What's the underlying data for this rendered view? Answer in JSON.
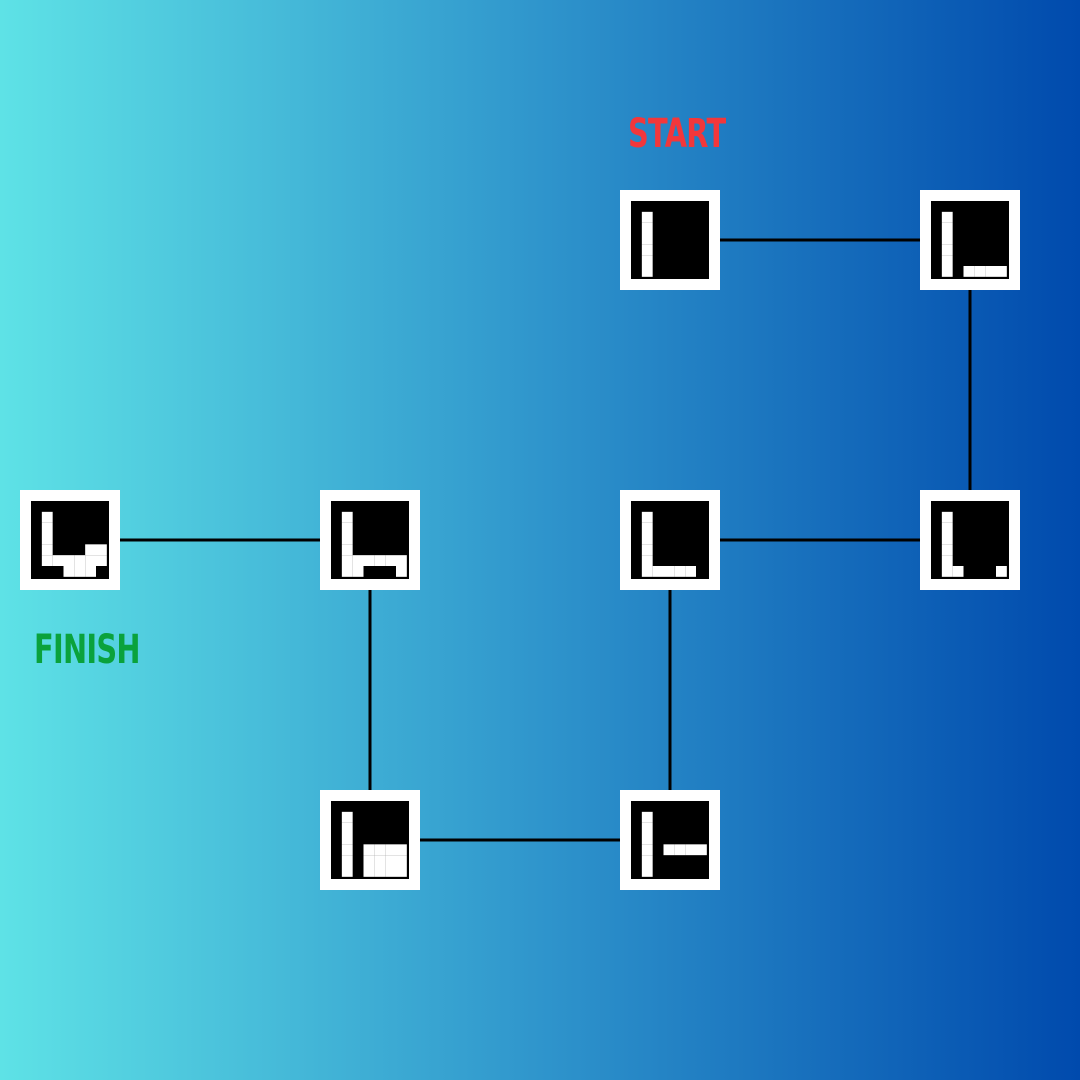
{
  "labels": {
    "start": "START",
    "finish": "FINISH"
  },
  "colors": {
    "start": "#f2373b",
    "finish": "#0aa23c",
    "tile_border": "#ffffff",
    "tile_fill": "#000000",
    "glyph": "#ffffff",
    "connector": "#000000"
  },
  "grid": {
    "columns": 4,
    "rows": 3
  },
  "tiles": [
    {
      "id": "start",
      "col": 2,
      "row": 0,
      "glyph_pixels": [
        [
          1,
          1
        ],
        [
          1,
          2
        ],
        [
          1,
          3
        ],
        [
          1,
          4
        ],
        [
          1,
          5
        ],
        [
          1,
          6
        ]
      ]
    },
    {
      "id": "tile-2",
      "col": 3,
      "row": 0,
      "glyph_pixels": [
        [
          1,
          1
        ],
        [
          1,
          2
        ],
        [
          1,
          3
        ],
        [
          1,
          4
        ],
        [
          1,
          5
        ],
        [
          1,
          6
        ],
        [
          3,
          6
        ],
        [
          4,
          6
        ],
        [
          5,
          6
        ],
        [
          6,
          6
        ]
      ]
    },
    {
      "id": "tile-3",
      "col": 3,
      "row": 1,
      "glyph_pixels": [
        [
          1,
          1
        ],
        [
          1,
          2
        ],
        [
          1,
          3
        ],
        [
          1,
          4
        ],
        [
          1,
          5
        ],
        [
          1,
          6
        ],
        [
          2,
          6
        ],
        [
          6,
          6
        ]
      ]
    },
    {
      "id": "tile-4",
      "col": 2,
      "row": 1,
      "glyph_pixels": [
        [
          1,
          1
        ],
        [
          1,
          2
        ],
        [
          1,
          3
        ],
        [
          1,
          4
        ],
        [
          1,
          5
        ],
        [
          1,
          6
        ],
        [
          2,
          6
        ],
        [
          3,
          6
        ],
        [
          4,
          6
        ],
        [
          5,
          6
        ]
      ]
    },
    {
      "id": "tile-5",
      "col": 2,
      "row": 2,
      "glyph_pixels": [
        [
          1,
          1
        ],
        [
          1,
          2
        ],
        [
          1,
          3
        ],
        [
          1,
          4
        ],
        [
          1,
          5
        ],
        [
          1,
          6
        ],
        [
          3,
          4
        ],
        [
          4,
          4
        ],
        [
          5,
          4
        ],
        [
          6,
          4
        ]
      ]
    },
    {
      "id": "tile-6",
      "col": 1,
      "row": 2,
      "glyph_pixels": [
        [
          1,
          1
        ],
        [
          1,
          2
        ],
        [
          1,
          3
        ],
        [
          1,
          4
        ],
        [
          1,
          5
        ],
        [
          1,
          6
        ],
        [
          3,
          4
        ],
        [
          4,
          4
        ],
        [
          5,
          4
        ],
        [
          6,
          4
        ],
        [
          3,
          5
        ],
        [
          4,
          5
        ],
        [
          5,
          5
        ],
        [
          6,
          5
        ],
        [
          3,
          6
        ],
        [
          4,
          6
        ],
        [
          5,
          6
        ],
        [
          6,
          6
        ]
      ]
    },
    {
      "id": "tile-7",
      "col": 1,
      "row": 1,
      "glyph_pixels": [
        [
          1,
          1
        ],
        [
          1,
          2
        ],
        [
          1,
          3
        ],
        [
          1,
          4
        ],
        [
          1,
          5
        ],
        [
          1,
          6
        ],
        [
          2,
          5
        ],
        [
          3,
          5
        ],
        [
          4,
          5
        ],
        [
          5,
          5
        ],
        [
          6,
          5
        ],
        [
          2,
          6
        ],
        [
          6,
          6
        ]
      ]
    },
    {
      "id": "finish",
      "col": 0,
      "row": 1,
      "glyph_pixels": [
        [
          1,
          1
        ],
        [
          1,
          2
        ],
        [
          1,
          3
        ],
        [
          1,
          4
        ],
        [
          1,
          5
        ],
        [
          2,
          5
        ],
        [
          3,
          5
        ],
        [
          4,
          5
        ],
        [
          5,
          5
        ],
        [
          6,
          5
        ],
        [
          3,
          6
        ],
        [
          4,
          6
        ],
        [
          5,
          6
        ],
        [
          6,
          4
        ],
        [
          5,
          4
        ]
      ]
    }
  ],
  "connections": [
    [
      "start",
      "tile-2"
    ],
    [
      "tile-2",
      "tile-3"
    ],
    [
      "tile-3",
      "tile-4"
    ],
    [
      "tile-4",
      "tile-5"
    ],
    [
      "tile-5",
      "tile-6"
    ],
    [
      "tile-6",
      "tile-7"
    ],
    [
      "tile-7",
      "finish"
    ]
  ]
}
